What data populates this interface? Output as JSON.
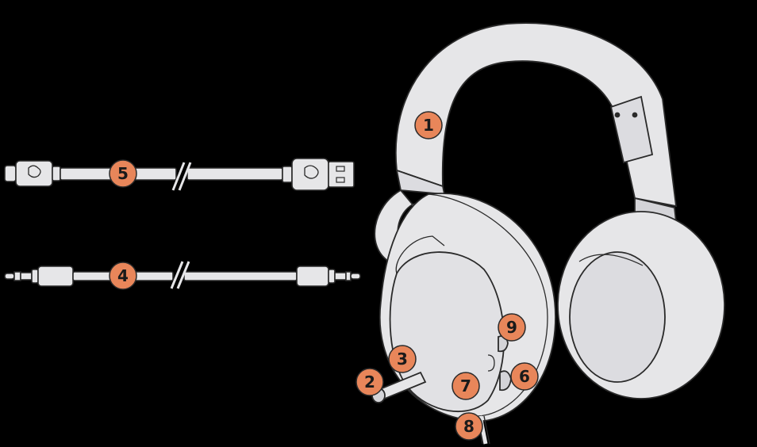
{
  "colors": {
    "background": "#000000",
    "part_fill": "#e6e6e8",
    "part_shade": "#d4d4d8",
    "outline": "#2a2a2a",
    "callout_fill": "#e8865a",
    "callout_text": "#1a1a1a"
  },
  "parts": {
    "headband": {
      "icon": "headband-icon"
    },
    "earcup_left": {
      "icon": "earcup-icon"
    },
    "earcup_right": {
      "icon": "earcup-icon"
    },
    "boom_mic": {
      "icon": "microphone-icon"
    },
    "usb_cable": {
      "icon": "usb-cable-icon"
    },
    "aux_cable": {
      "icon": "aux-cable-icon"
    }
  },
  "callouts": [
    {
      "id": "c1",
      "label": "1"
    },
    {
      "id": "c2",
      "label": "2"
    },
    {
      "id": "c3",
      "label": "3"
    },
    {
      "id": "c4",
      "label": "4"
    },
    {
      "id": "c5",
      "label": "5"
    },
    {
      "id": "c6",
      "label": "6"
    },
    {
      "id": "c7",
      "label": "7"
    },
    {
      "id": "c8",
      "label": "8"
    },
    {
      "id": "c9",
      "label": "9"
    }
  ]
}
